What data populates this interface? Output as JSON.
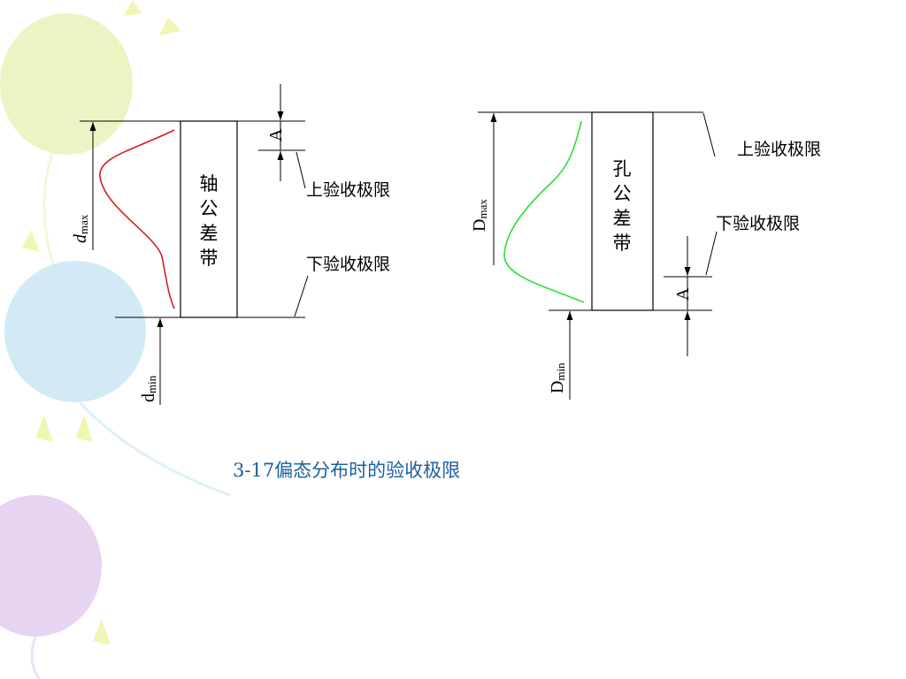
{
  "left_diagram": {
    "box_text": "轴公差带",
    "upper_label": "上验收极限",
    "lower_label": "下验收极限",
    "dim_max_main": "d",
    "dim_max_sub": "max",
    "dim_min_main": "d",
    "dim_min_sub": "min",
    "margin_label": "A",
    "curve_color": "#d42020"
  },
  "right_diagram": {
    "box_text": "孔公差带",
    "upper_label": "上验收极限",
    "lower_label": "下验收极限",
    "dim_max_main": "D",
    "dim_max_sub": "max",
    "dim_min_main": "D",
    "dim_min_sub": "min",
    "margin_label": "A",
    "curve_color": "#2ee02e"
  },
  "caption": {
    "text": "3-17偏态分布时的验收极限",
    "color": "#1a5fa0"
  },
  "background": {
    "balloon_colors": [
      "#e8f3b8",
      "#c9e6f4",
      "#e2cdee"
    ]
  }
}
